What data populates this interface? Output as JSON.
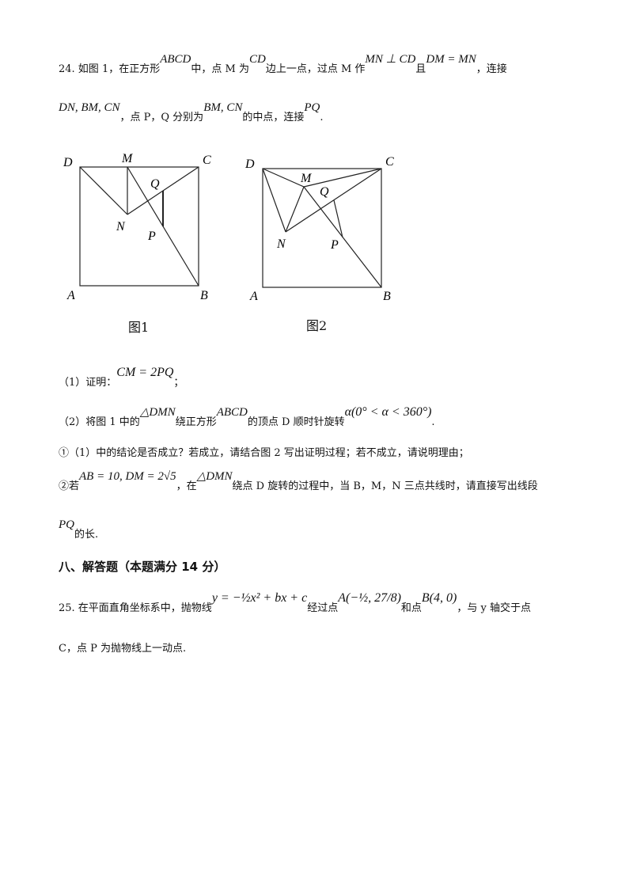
{
  "q24": {
    "l1": {
      "p1": "24. 如图 1，在正方形",
      "m1": "ABCD",
      "p2": "中，点 M 为",
      "m2": "CD",
      "p3": "边上一点，过点 M 作",
      "m3": "MN ⊥ CD",
      "p4": "且",
      "m4": "DM = MN",
      "p5": "，连接"
    },
    "l2": {
      "m1": "DN, BM, CN",
      "p1": "，点 P，Q 分别为",
      "m2": "BM, CN",
      "p2": "的中点，连接",
      "m3": "PQ",
      "p3": "."
    },
    "fig1": {
      "caption": "图1",
      "labels": {
        "D": "D",
        "M": "M",
        "C": "C",
        "Q": "Q",
        "N": "N",
        "P": "P",
        "A": "A",
        "B": "B"
      }
    },
    "fig2": {
      "caption": "图2",
      "labels": {
        "D": "D",
        "M": "M",
        "C": "C",
        "Q": "Q",
        "N": "N",
        "P": "P",
        "A": "A",
        "B": "B"
      }
    },
    "part1": {
      "p1": "（1）证明：",
      "m1": "CM = 2PQ",
      "p2": "；"
    },
    "part2": {
      "p1": "（2）将图 1 中的",
      "m1": "△DMN",
      "p2": "绕正方形",
      "m2": "ABCD",
      "p3": "的顶点 D 顺时针旋转",
      "m3": "α(0° < α < 360°)",
      "p4": "."
    },
    "sub1": "①（1）中的结论是否成立？若成立，请结合图 2 写出证明过程；若不成立，请说明理由；",
    "sub2": {
      "p1": "②若",
      "m1": "AB = 10, DM = 2√5",
      "p2": "，在",
      "m2": "△DMN",
      "p3": "绕点 D 旋转的过程中，当 B，M，N 三点共线时，请直接写出线段"
    },
    "sub2b": {
      "m1": "PQ",
      "p1": "的长."
    }
  },
  "section8": "八、解答题（本题满分 14 分）",
  "q25": {
    "l1": {
      "p1": "25. 在平面直角坐标系中，抛物线",
      "m1": "y = −½x² + bx + c",
      "p2": "经过点",
      "m2": "A(−½, 27/8)",
      "p3": "和点",
      "m3": "B(4, 0)",
      "p4": "，与 y 轴交于点"
    },
    "l2": "C，点 P 为抛物线上一动点."
  }
}
